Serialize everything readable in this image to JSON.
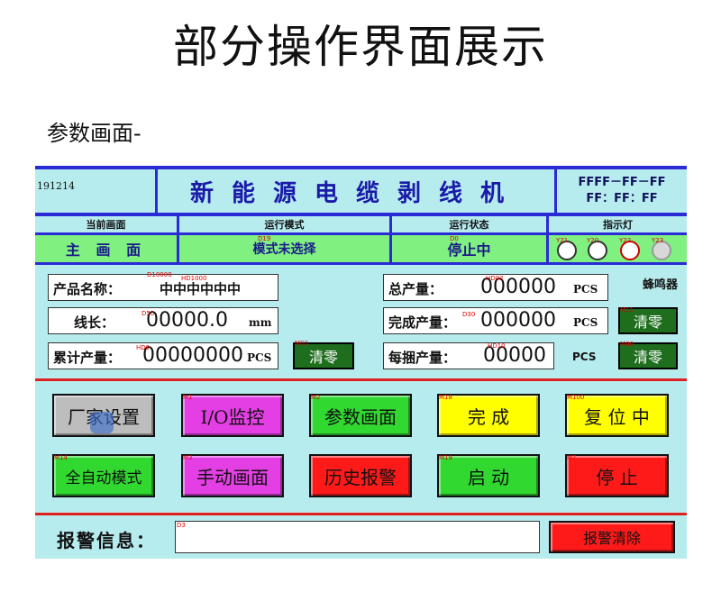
{
  "page": {
    "title": "部分操作界面展示",
    "section": "参数画面-"
  },
  "hmi": {
    "code": "191214",
    "title": "新能源电缆剥线机",
    "clock_date": "FFFF－FF－FF",
    "clock_time": "FF：FF：FF",
    "headers": {
      "screen": "当前画面",
      "mode": "运行模式",
      "status": "运行状态",
      "indicators": "指示灯"
    },
    "status_row": {
      "screen": "主 画 面",
      "mode": "模式未选择",
      "state": "停止中"
    },
    "lamps": [
      {
        "tag": "Y21",
        "color": "#ffffff"
      },
      {
        "tag": "Y20",
        "color": "#ffffff"
      },
      {
        "tag": "Y22",
        "color": "#ffffff"
      },
      {
        "tag": "Y23",
        "color": "#d8d8d8"
      }
    ],
    "tags": {
      "d19": "D19",
      "d0": "D0",
      "d10000": "D10000",
      "hd1000": "HD1000",
      "d50": "D50",
      "hd0": "HD0",
      "m00a": "M00",
      "hd02": "HD02",
      "d30": "D30",
      "m11": "M11",
      "hd10": "HD10",
      "m00b": "M00",
      "m1": "M1",
      "m2": "M2",
      "m18": "M18",
      "m100": "M100",
      "m14": "M14",
      "m3": "M3",
      "m6": "M6",
      "m19": "M19",
      "m7": "M7",
      "d3": "D3"
    },
    "product_name": {
      "label": "产品名称：",
      "value": "中中中中中中"
    },
    "wire_length": {
      "label": "线长：",
      "value": "00000.0",
      "unit": "mm"
    },
    "cumulative": {
      "label": "累计产量：",
      "value": "00000000",
      "unit": "PCS",
      "clear": "清零"
    },
    "total": {
      "label": "总产量：",
      "value": "000000",
      "unit": "PCS",
      "device": "蜂鸣器"
    },
    "completed": {
      "label": "完成产量：",
      "value": "000000",
      "unit": "PCS",
      "clear": "清零"
    },
    "per_bundle": {
      "label": "每捆产量：",
      "value": "00000",
      "unit": "PCS",
      "clear": "清零"
    },
    "buttons": {
      "factory": "厂家设置",
      "io": "I/O监控",
      "params": "参数画面",
      "done": "完 成",
      "reset": "复 位 中",
      "auto": "全自动模式",
      "manual": "手动画面",
      "history": "历史报警",
      "start": "启 动",
      "stop": "停 止"
    },
    "alarm": {
      "label": "报警信息：",
      "value": "",
      "clear": "报警清除"
    }
  }
}
